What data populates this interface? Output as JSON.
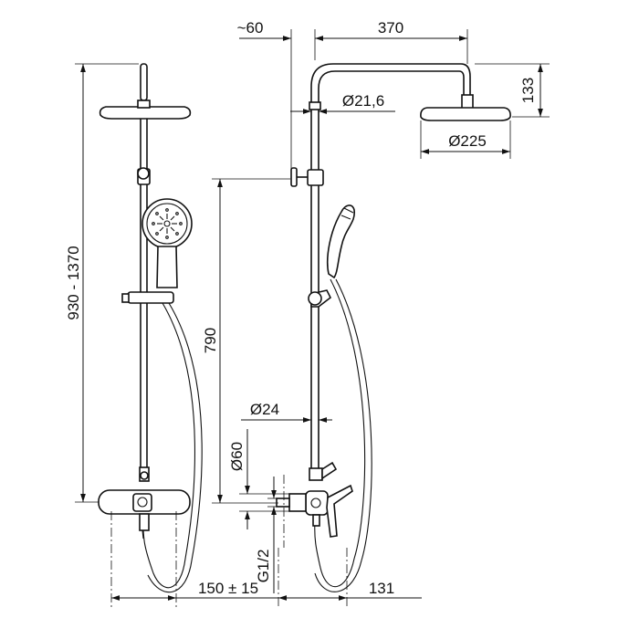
{
  "dimensions": {
    "arm_offset": "~60",
    "arm_length": "370",
    "head_height": "133",
    "pipe_diameter": "Ø21,6",
    "head_diameter": "Ø225",
    "total_height": "930 - 1370",
    "rail_height": "790",
    "lower_pipe_diameter": "Ø24",
    "cover_diameter": "Ø60",
    "connection_thread": "G1/2",
    "wall_spacing": "150 ± 15",
    "depth": "131"
  }
}
